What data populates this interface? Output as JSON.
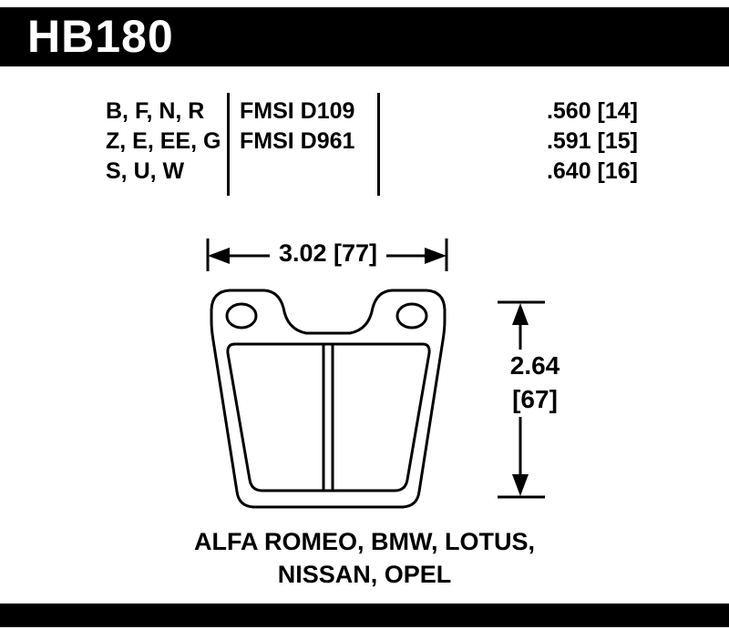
{
  "header": {
    "part_number": "HB180"
  },
  "spec_table": {
    "compound_rows": [
      "B, F, N, R",
      "Z, E, EE, G",
      "S, U, W"
    ],
    "fmsi_rows": [
      "FMSI D109",
      "FMSI D961"
    ],
    "thickness_rows": [
      ".560 [14]",
      ".591 [15]",
      ".640 [16]"
    ]
  },
  "dimensions": {
    "width_label": "3.02 [77]",
    "height_value": "2.64",
    "height_bracket": "[67]"
  },
  "applications": {
    "line1": "ALFA ROMEO, BMW, LOTUS,",
    "line2": "NISSAN, OPEL"
  },
  "colors": {
    "bar": "#000000",
    "ink": "#000000",
    "background": "#ffffff"
  }
}
